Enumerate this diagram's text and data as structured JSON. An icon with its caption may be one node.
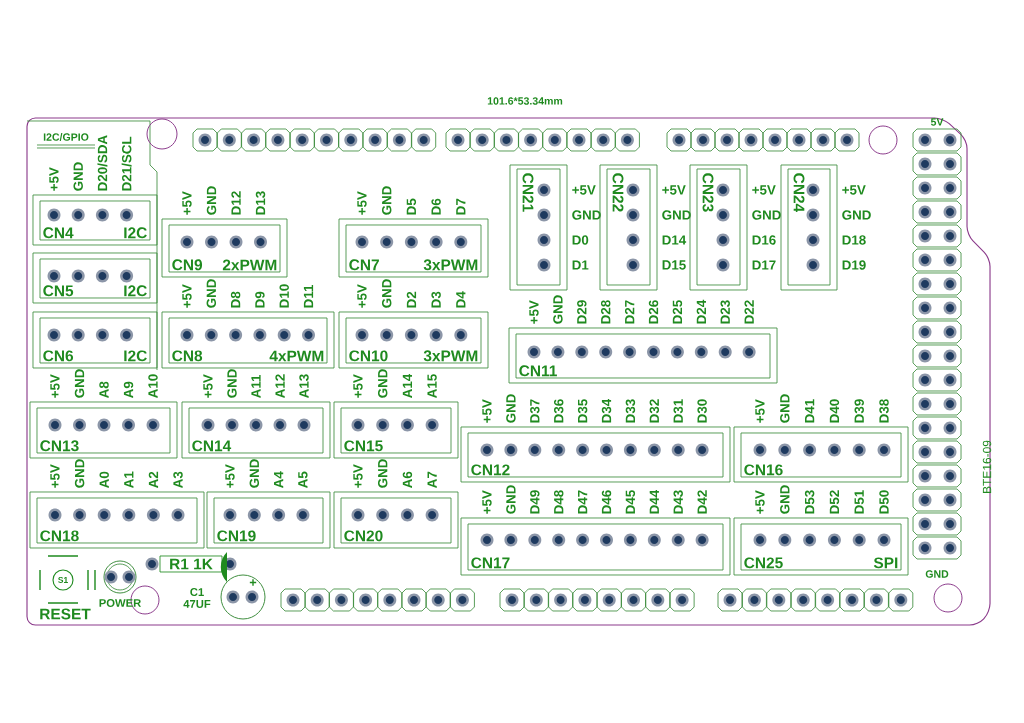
{
  "diagram": {
    "nodes": [
      {
        "text": [
          "CN4",
          "I2C"
        ],
        "beside": [
          "+5V",
          "GND",
          "D20/SDA",
          "D21/SCL"
        ]
      },
      {
        "text": [
          "CN9",
          "2xPWM"
        ],
        "beside": [
          "+5V",
          "GND",
          "D12",
          "D13"
        ]
      },
      {
        "text": [
          "CN7",
          "3xPWM"
        ],
        "beside": [
          "+5V",
          "GND",
          "D5",
          "D6",
          "D7"
        ]
      },
      {
        "text": [
          "CN21"
        ],
        "beside": [
          "+5V",
          "GND",
          "D0",
          "D1"
        ]
      },
      {
        "text": [
          "CN22"
        ],
        "beside": [
          "+5V",
          "GND",
          "D14",
          "D15"
        ]
      },
      {
        "text": [
          "CN23"
        ],
        "beside": [
          "+5V",
          "GND",
          "D16",
          "D17"
        ]
      },
      {
        "text": [
          "CN24"
        ],
        "beside": [
          "+5V",
          "GND",
          "D18",
          "D19"
        ]
      },
      {
        "text": [
          "CN5",
          "I2C"
        ]
      },
      {
        "text": [
          "CN6",
          "I2C"
        ]
      },
      {
        "text": [
          "CN8",
          "4xPWM"
        ],
        "beside": [
          "+5V",
          "GND",
          "D8",
          "D9",
          "D10",
          "D11"
        ]
      },
      {
        "text": [
          "CN10",
          "3xPWM"
        ],
        "beside": [
          "+5V",
          "GND",
          "D2",
          "D3",
          "D4"
        ]
      },
      {
        "text": [
          "CN11"
        ],
        "beside": [
          "+5V",
          "GND",
          "D29",
          "D28",
          "D27",
          "D26",
          "D25",
          "D24",
          "D23",
          "D22"
        ]
      },
      {
        "text": [
          "CN13"
        ],
        "beside": [
          "+5V",
          "GND",
          "A8",
          "A9",
          "A10"
        ]
      },
      {
        "text": [
          "CN14"
        ],
        "beside": [
          "+5V",
          "GND",
          "A11",
          "A12",
          "A13"
        ]
      },
      {
        "text": [
          "CN15"
        ],
        "beside": [
          "+5V",
          "GND",
          "A14",
          "A15"
        ]
      },
      {
        "text": [
          "CN12"
        ],
        "beside": [
          "+5V",
          "GND",
          "D37",
          "D36",
          "D35",
          "D34",
          "D33",
          "D32",
          "D31",
          "D30"
        ]
      },
      {
        "text": [
          "CN16"
        ],
        "beside": [
          "+5V",
          "GND",
          "D41",
          "D40",
          "D39",
          "D38"
        ]
      },
      {
        "text": [
          "CN18"
        ],
        "beside": [
          "+5V",
          "GND",
          "A0",
          "A1",
          "A2",
          "A3"
        ]
      },
      {
        "text": [
          "CN19"
        ],
        "beside": [
          "+5V",
          "GND",
          "A4",
          "A5"
        ]
      },
      {
        "text": [
          "CN20"
        ],
        "beside": [
          "+5V",
          "GND",
          "A6",
          "A7"
        ]
      },
      {
        "text": [
          "CN17"
        ],
        "beside": [
          "+5V",
          "GND",
          "D49",
          "D48",
          "D47",
          "D46",
          "D45",
          "D44",
          "D43",
          "D42"
        ]
      },
      {
        "text": [
          "CN25",
          "SPI"
        ],
        "beside": [
          "+5V",
          "GND",
          "D53",
          "D52",
          "D51",
          "D50"
        ]
      },
      {
        "text": [
          "S1"
        ],
        "beside": [
          "RESET"
        ]
      },
      {
        "text": [],
        "shape": "circle",
        "beside": [
          "POWER"
        ]
      },
      {
        "text": [
          "R1 1K"
        ]
      },
      {
        "text": [
          "+"
        ],
        "beside": [
          "C1 47UF"
        ]
      }
    ],
    "labels": [
      "101.6*53.34mm",
      "I2C/GPIO",
      "5V",
      "BTE16-09",
      "GND"
    ]
  }
}
